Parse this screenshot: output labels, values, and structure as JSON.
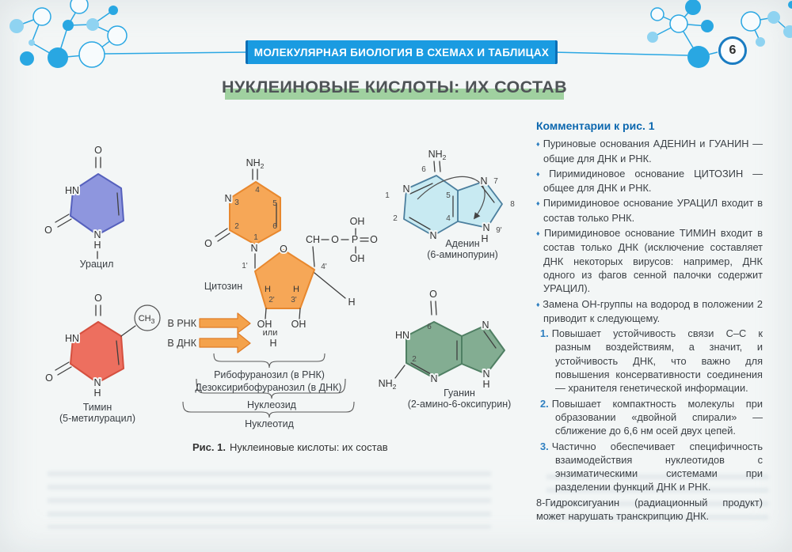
{
  "header": {
    "banner": "МОЛЕКУЛЯРНАЯ БИОЛОГИЯ В СХЕМАХ И ТАБЛИЦАХ",
    "page_number": "6",
    "title": "НУКЛЕИНОВЫЕ КИСЛОТЫ: ИХ СОСТАВ"
  },
  "figure": {
    "caption_label": "Рис. 1.",
    "caption_text": "Нуклеиновые кислоты: их состав",
    "molecules": {
      "uracil": {
        "name": "Урацил"
      },
      "thymine": {
        "name": "Тимин",
        "subname": "(5-метилурацил)"
      },
      "cytosine": {
        "name": "Цитозин"
      },
      "adenine": {
        "name": "Аденин",
        "subname": "(6-аминопурин)"
      },
      "guanine": {
        "name": "Гуанин",
        "subname": "(2-амино-6-оксипурин)"
      }
    },
    "atoms": {
      "o": "O",
      "n": "N",
      "h": "H",
      "hn": "HN",
      "nh": "NH",
      "oh": "OH",
      "ch": "CH",
      "p": "P"
    },
    "positions": {
      "p1": "1",
      "p2": "2",
      "p3": "3",
      "p4": "4",
      "p5": "5",
      "p6": "6",
      "p7": "7",
      "p8": "8",
      "p9": "9'",
      "r1": "1'",
      "r2": "2'",
      "r3": "3'",
      "r4": "4'",
      "sub2": "2",
      "sub3": "3"
    },
    "sugar": {
      "rna_label": "В РНК",
      "dna_label": "В ДНК",
      "or": "или",
      "h": "Н",
      "brace_rna": "Рибофуранозил (в РНК)",
      "brace_dna": "Дезоксирибофуранозил (в ДНК)",
      "nucleoside": "Нуклеозид",
      "nucleotide": "Нуклеотид"
    }
  },
  "comments": {
    "heading": "Комментарии к рис. 1",
    "bullet_glyph": "♦",
    "bullets": [
      "Пуриновые основания АДЕНИН и ГУАНИН — общие для ДНК и РНК.",
      "Пиримидиновое основание ЦИТОЗИН — общее для ДНК и РНК.",
      "Пиримидиновое основание УРАЦИЛ входит в состав только РНК.",
      "Пиримидиновое основание ТИМИН входит в состав только ДНК (исключение составляет ДНК некоторых вирусов: например, ДНК одного из фагов сенной палочки содержит УРАЦИЛ).",
      "Замена ОН-группы на водород в положении 2 приводит к следующему."
    ],
    "numbered": [
      {
        "num": "1.",
        "text": "Повышает устойчивость связи С–С к разным воздействиям, а значит, и устойчивость ДНК, что важно для повышения консервативности соединения — хранителя генетической информации."
      },
      {
        "num": "2.",
        "text": "Повышает компактность молекулы при образовании «двойной спирали» — сближение до 6,6 нм осей двух цепей."
      },
      {
        "num": "3.",
        "text": "Частично обеспечивает специфичность взаимодействия нуклеотидов с энзиматическими системами при разделении функций ДНК и РНК."
      }
    ],
    "footer": "8-Гидроксигуанин (радиационный продукт) может нарушать транскрипцию ДНК."
  },
  "colors": {
    "banner_blue": "#1a9be1",
    "accent_blue": "#0d68af",
    "title_highlight_green": "#8bc88b",
    "uracil_fill": "#8e96de",
    "thymine_fill": "#ed6f5f",
    "cytosine_fill": "#f6a757",
    "adenine_fill": "#c8eaf2",
    "guanine_fill": "#83ad92"
  }
}
